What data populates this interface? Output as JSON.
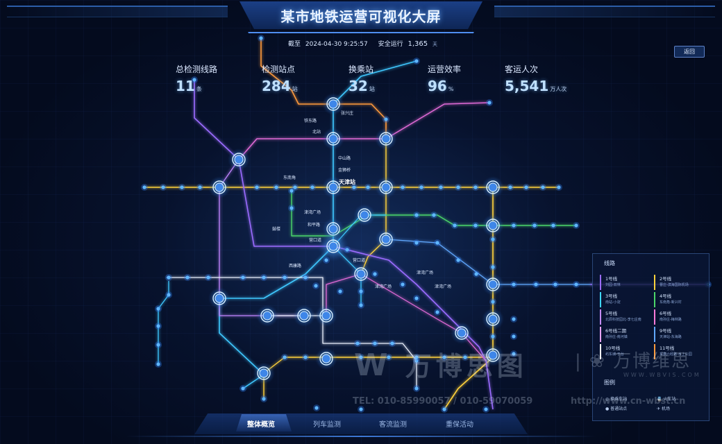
{
  "header": {
    "title": "某市地铁运营可视化大屏",
    "date_label": "截至",
    "date_value": "2024-04-30 9:25:57",
    "safe_label": "安全运行",
    "safe_value": "1,365",
    "safe_unit": "天",
    "back_label": "返回"
  },
  "stats": [
    {
      "label": "总检测线路",
      "value": "11",
      "unit": "条"
    },
    {
      "label": "检测站点",
      "value": "284",
      "unit": "站"
    },
    {
      "label": "换乘站",
      "value": "32",
      "unit": "站"
    },
    {
      "label": "运营效率",
      "value": "96",
      "unit": "%"
    },
    {
      "label": "客运人次",
      "value": "5,541",
      "unit": "万人次"
    }
  ],
  "map_labels": {
    "zhangxingzhuang": "张兴庄",
    "tiedonglu": "铁东路",
    "beizhan": "北站",
    "zhongshanlu": "中山路",
    "jinshiqiao": "金狮桥",
    "dongnanjiao": "东南角",
    "tianjinzhan": "天津站",
    "jinwanguangchang1": "津湾广场",
    "hepinglu": "和平路",
    "gulou": "鼓楼",
    "yingkoudao1": "营口道",
    "yingkoudao2": "营口道",
    "xikanglu": "西康路",
    "jinwanguangchang2": "津湾广场",
    "jinwanguangchang3": "津湾广场",
    "jinwanguangchang4": "津湾广场"
  },
  "legend": {
    "title": "线路",
    "lines": [
      {
        "name": "1号线",
        "desc": "刘园-双林",
        "color": "#9b6cff"
      },
      {
        "name": "2号线",
        "desc": "曹庄-滨海国际机场",
        "color": "#ffd23c"
      },
      {
        "name": "3号线",
        "desc": "南站-小淀",
        "color": "#3fd7ff"
      },
      {
        "name": "4号线",
        "desc": "东南角-新兴村",
        "color": "#4bd66a"
      },
      {
        "name": "5号线",
        "desc": "北辰科技园北-李七庄南",
        "color": "#c58bff"
      },
      {
        "name": "6号线",
        "desc": "南孙庄-梅林路",
        "color": "#ff7ad9"
      },
      {
        "name": "6号线二期",
        "desc": "南孙庄-南河镇",
        "color": "#e9a3ff"
      },
      {
        "name": "9号线",
        "desc": "天津站-东海路",
        "color": "#61a8ff"
      },
      {
        "name": "10号线",
        "desc": "屿东城-于台",
        "color": "#ffffff"
      },
      {
        "name": "11号线",
        "desc": "东丽六经路-水上公园",
        "color": "#ff9a3c"
      }
    ],
    "symbols_title": "图例",
    "symbols": [
      "换乘车站",
      "火车站",
      "普通站点",
      "机场"
    ]
  },
  "tabs": [
    {
      "label": "整体概览",
      "active": true
    },
    {
      "label": "列车监测",
      "active": false
    },
    {
      "label": "客流监测",
      "active": false
    },
    {
      "label": "重保活动",
      "active": false
    }
  ],
  "watermark": {
    "brand1": "万博思图",
    "brand2": "万博维思",
    "site": "WWW.WBVIS.COM",
    "tel": "TEL: 010-85990057 / 010-59070059",
    "url": "http://www.cn-wbst.cn"
  },
  "colors": {
    "line_yellow": "#ffd23c",
    "line_cyan": "#3fc8ff",
    "line_purple": "#9b6cff",
    "line_pink": "#e06ad6",
    "line_orange": "#ff9a3c",
    "line_white": "#e8eefb",
    "line_green": "#4bd66a",
    "station": "#5fb6ff"
  }
}
